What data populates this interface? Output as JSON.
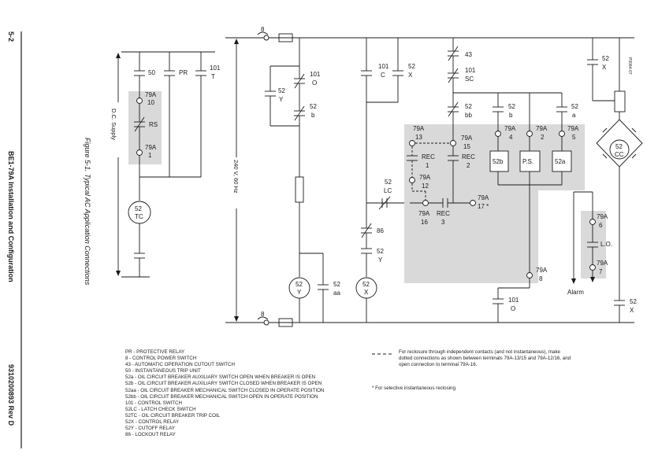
{
  "header": {
    "page_number": "5-2",
    "section_title": "BE1-79A Installation and Configuration",
    "doc_id": "9310200893 Rev D"
  },
  "figure": {
    "caption": "Figure 5-1. Typical AC Application Connections",
    "id": "P0064-07",
    "dc_supply": "D.C. Supply",
    "ac_supply": "240 V, 60 Hz"
  },
  "labels": {
    "c50": "50",
    "cPR": "PR",
    "c101": "101",
    "cT": "T",
    "r79A_10a": "79A",
    "r79A_10b": "10",
    "rRS": "RS",
    "r79A_1a": "79A",
    "r79A_1b": "1",
    "tc52": "52",
    "tcTC": "TC",
    "f8_top": "8",
    "f8_bot": "8",
    "y101": "101",
    "yO": "O",
    "y52a": "52",
    "yY": "Y",
    "y52b": "52",
    "yb": "b",
    "coilY_52": "52",
    "coilY_Y": "Y",
    "aa52": "52",
    "aaaa": "aa",
    "c101C_1": "101",
    "c101C_2": "C",
    "c52X_1": "52",
    "c52X_2": "X",
    "lc52": "52",
    "lcLC": "LC",
    "s86": "86",
    "s52Y_1": "52",
    "s52Y_2": "Y",
    "coilX_52": "52",
    "coilX_X": "X",
    "s43": "43",
    "s101SC_1": "101",
    "s101SC_2": "SC",
    "sbb_1": "52",
    "sbb_2": "bb",
    "r79A13_1": "79A",
    "r79A13_2": "13",
    "r79A15_1": "79A",
    "r79A15_2": "15",
    "rREC1_1": "REC",
    "rREC1_2": "1",
    "rREC2_1": "REC",
    "rREC2_2": "2",
    "r79A12_1": "79A",
    "r79A12_2": "12",
    "r79A16_1": "79A",
    "r79A16_2": "16",
    "rREC3_1": "REC",
    "rREC3_2": "3",
    "r79A17_1": "79A",
    "r79A17_2": "17 *",
    "sb52_1": "52",
    "sb52_2": "b",
    "sa52_1": "52",
    "sa52_2": "a",
    "r79A4_1": "79A",
    "r79A4_2": "4",
    "r79A2_1": "79A",
    "r79A2_2": "2",
    "r79A5_1": "79A",
    "r79A5_2": "5",
    "box52b": "52b",
    "boxPS": "P.S.",
    "box52a": "52a",
    "r79A8_1": "79A",
    "r79A8_2": "8",
    "b101O_1": "101",
    "b101O_2": "O",
    "x52X_1": "52",
    "x52X_2": "X",
    "cc52": "52",
    "ccCC": "CC",
    "r79A6_1": "79A",
    "r79A6_2": "6",
    "rLO": "L.O.",
    "r79A7_1": "79A",
    "r79A7_2": "7",
    "alarm": "Alarm",
    "bx52X_1": "52",
    "bx52X_2": "X"
  },
  "legend": [
    "PR - PROTECTIVE RELAY",
    "8 - CONTROL POWER SWITCH",
    "43 - AUTOMATIC OPERATION CUTOUT SWITCH",
    "50 - INSTANTANEOUS TRIP UNIT",
    "52a - OIL CIRCUIT BREAKER AUXILIARY SWITCH OPEN WHEN BREAKER IS OPEN",
    "52b - OIL CIRCUIT BREAKER AUXILIARY SWITCH CLOSED WHEN BREAKER IS OPEN",
    "52aa - OIL CIRCUIT BREAKER MECHANICAL SWITCH CLOSED IN OPERATE POSITION",
    "52bb - OIL CIRCUIT BREAKER MECHANICAL SWITCH OPEN IN OPERATE POSITION",
    "101 - CONTROL SWITCH",
    "52LC - LATCH CHECK SWITCH",
    "52TC - OIL CIRCUIT BREAKER TRIP COIL",
    "52X - CONTROL RELAY",
    "52Y - CUTOFF RELAY",
    "86 - LOCKOUT RELAY"
  ],
  "notes": {
    "dashed": [
      "For reclosure through independent contacts (and not instantaneous), make",
      "dotted connections as shown between terminals 79A-13/15 and 79A-12/16, and",
      "open connection to terminal 79A-16."
    ],
    "star": "* For selective instantaneous reclosing."
  }
}
